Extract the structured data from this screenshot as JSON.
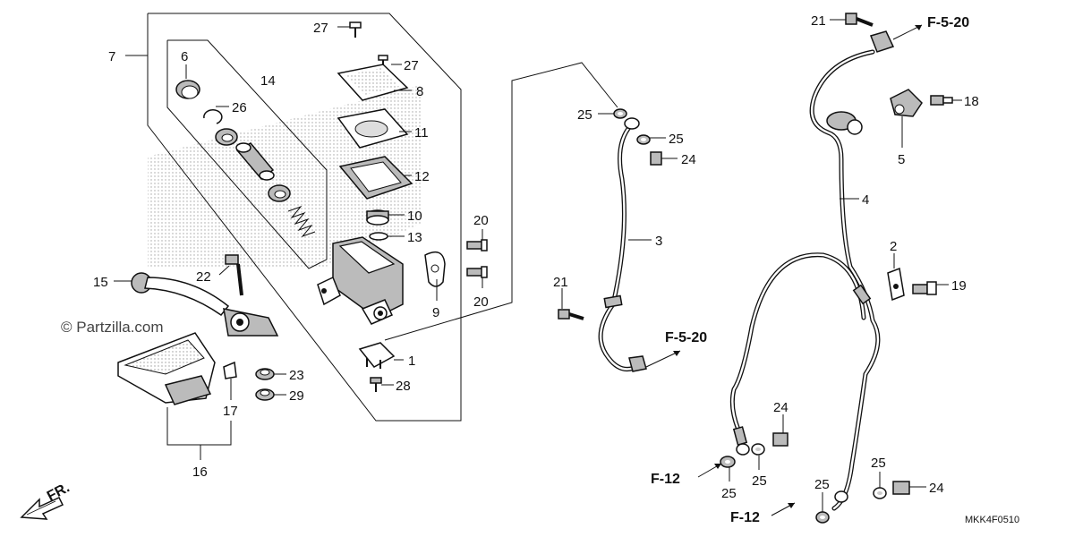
{
  "callouts": [
    {
      "id": "c7",
      "text": "7"
    },
    {
      "id": "c6",
      "text": "6"
    },
    {
      "id": "c26",
      "text": "26"
    },
    {
      "id": "c14",
      "text": "14"
    },
    {
      "id": "c27a",
      "text": "27"
    },
    {
      "id": "c27b",
      "text": "27"
    },
    {
      "id": "c8",
      "text": "8"
    },
    {
      "id": "c11",
      "text": "11"
    },
    {
      "id": "c12",
      "text": "12"
    },
    {
      "id": "c10",
      "text": "10"
    },
    {
      "id": "c13",
      "text": "13"
    },
    {
      "id": "c20a",
      "text": "20"
    },
    {
      "id": "c20b",
      "text": "20"
    },
    {
      "id": "c9",
      "text": "9"
    },
    {
      "id": "c22",
      "text": "22"
    },
    {
      "id": "c15",
      "text": "15"
    },
    {
      "id": "c1",
      "text": "1"
    },
    {
      "id": "c28",
      "text": "28"
    },
    {
      "id": "c23",
      "text": "23"
    },
    {
      "id": "c29",
      "text": "29"
    },
    {
      "id": "c17",
      "text": "17"
    },
    {
      "id": "c16",
      "text": "16"
    },
    {
      "id": "c25a",
      "text": "25"
    },
    {
      "id": "c25b",
      "text": "25"
    },
    {
      "id": "c24a",
      "text": "24"
    },
    {
      "id": "c3",
      "text": "3"
    },
    {
      "id": "c21a",
      "text": "21"
    },
    {
      "id": "c21b",
      "text": "21"
    },
    {
      "id": "c18",
      "text": "18"
    },
    {
      "id": "c5",
      "text": "5"
    },
    {
      "id": "c4",
      "text": "4"
    },
    {
      "id": "c2",
      "text": "2"
    },
    {
      "id": "c19",
      "text": "19"
    },
    {
      "id": "c24b",
      "text": "24"
    },
    {
      "id": "c25c",
      "text": "25"
    },
    {
      "id": "c25d",
      "text": "25"
    },
    {
      "id": "c25e",
      "text": "25"
    },
    {
      "id": "c25f",
      "text": "25"
    },
    {
      "id": "c24c",
      "text": "24"
    }
  ],
  "references": {
    "f520_top": "F-5-20",
    "f520_mid": "F-5-20",
    "f12_left": "F-12",
    "f12_bottom": "F-12"
  },
  "watermark": "© Partzilla.com",
  "front_label": "FR.",
  "diagram_code": "MKK4F0510"
}
